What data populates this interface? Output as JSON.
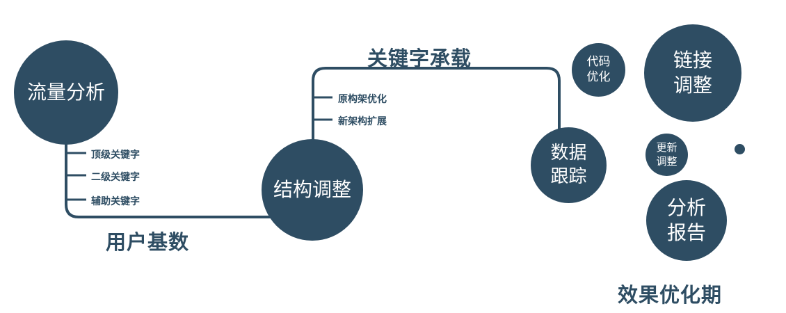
{
  "diagram": {
    "type": "process-flow",
    "caption": "效果优化期"
  },
  "colors": {
    "primary": "#2e4d63",
    "text_on_node": "#ffffff",
    "background": "#ffffff"
  },
  "nodes": {
    "traffic": {
      "label": "流量分析"
    },
    "structure": {
      "label": "结构调整"
    },
    "tracking": {
      "line1": "数据",
      "line2": "跟踪"
    },
    "code": {
      "line1": "代码",
      "line2": "优化"
    },
    "link": {
      "line1": "链接",
      "line2": "调整"
    },
    "update": {
      "line1": "更新",
      "line2": "调整"
    },
    "report": {
      "line1": "分析",
      "line2": "报告"
    }
  },
  "edge_labels": {
    "user_base": "用户基数",
    "keyword_carry": "关键字承载"
  },
  "branches": {
    "traffic": [
      "顶级关键字",
      "二级关键字",
      "辅助关键字"
    ],
    "structure": [
      "原构架优化",
      "新架构扩展"
    ]
  }
}
